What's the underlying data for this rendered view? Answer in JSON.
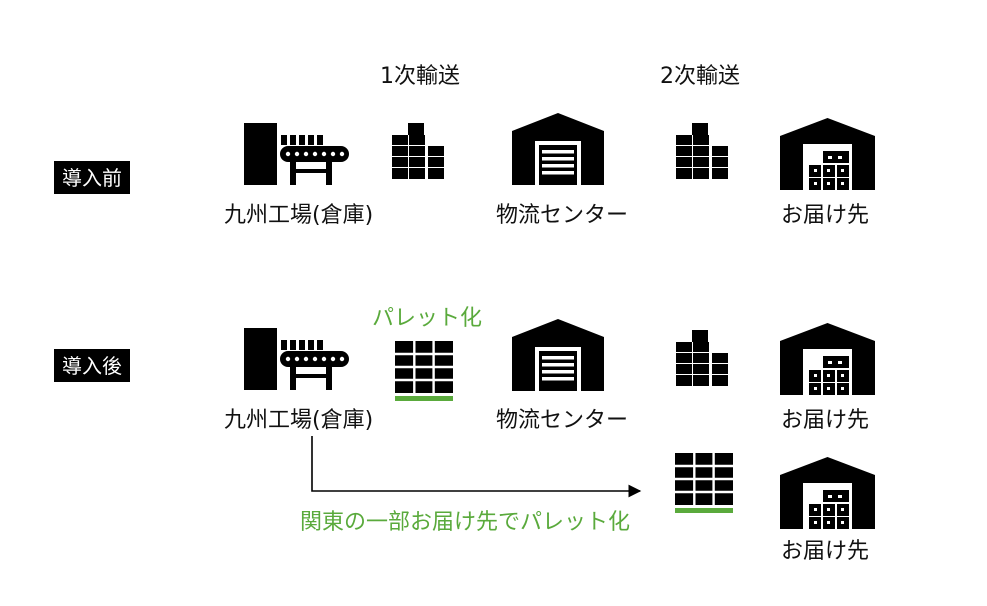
{
  "stages": {
    "first": "1次輸送",
    "second": "2次輸送"
  },
  "before": {
    "badge": "導入前",
    "factory_label": "九州工場(倉庫)",
    "center_label": "物流センター",
    "destination_label": "お届け先"
  },
  "after": {
    "badge": "導入後",
    "factory_label": "九州工場(倉庫)",
    "palletize_label": "パレット化",
    "center_label": "物流センター",
    "destination_label": "お届け先",
    "direct_label": "関東の一部お届け先でパレット化",
    "direct_destination_label": "お届け先"
  },
  "colors": {
    "accent_green": "#5aaa3c",
    "icon": "#000000"
  },
  "icons": [
    "factory-icon",
    "boxes-icon",
    "pallet-icon",
    "warehouse-icon",
    "destination-icon"
  ]
}
